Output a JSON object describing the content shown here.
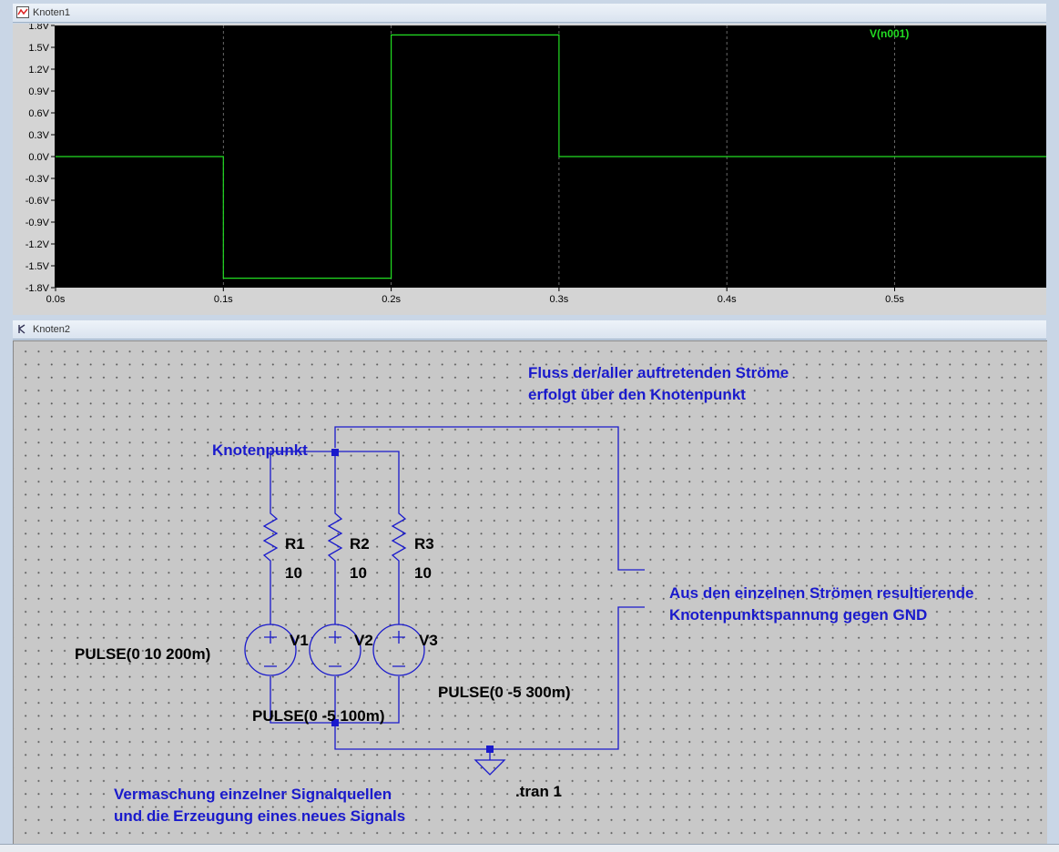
{
  "plot_window": {
    "title": "Knoten1"
  },
  "schematic_window": {
    "title": "Knoten2"
  },
  "chart_data": {
    "type": "line",
    "series": [
      {
        "name": "V(n001)",
        "color": "#22dd22",
        "x": [
          0.0,
          0.1,
          0.1,
          0.2,
          0.2,
          0.3,
          0.3,
          0.6
        ],
        "y": [
          0.0,
          0.0,
          -1.67,
          -1.67,
          1.67,
          1.67,
          0.0,
          0.0
        ]
      }
    ],
    "xlim": [
      0.0,
      0.6
    ],
    "ylim": [
      -1.8,
      1.8
    ],
    "y_ticks": [
      "1.8V",
      "1.5V",
      "1.2V",
      "0.9V",
      "0.6V",
      "0.3V",
      "0.0V",
      "-0.3V",
      "-0.6V",
      "-0.9V",
      "-1.2V",
      "-1.5V",
      "-1.8V"
    ],
    "x_ticks": [
      "0.0s",
      "0.1s",
      "0.2s",
      "0.3s",
      "0.4s",
      "0.5s"
    ],
    "grid": true,
    "background": "#000000",
    "legend": "top-right"
  },
  "schematic": {
    "annotation_flow_1": "Fluss der/aller auftretenden Ströme",
    "annotation_flow_2": "erfolgt über den Knotenpunkt",
    "label_node": "Knotenpunkt",
    "r1_name": "R1",
    "r1_value": "10",
    "r2_name": "R2",
    "r2_value": "10",
    "r3_name": "R3",
    "r3_value": "10",
    "v1_name": "V1",
    "v1_value": "PULSE(0 10 200m)",
    "v2_name": "V2",
    "v2_value": "PULSE(0 -5 100m)",
    "v3_name": "V3",
    "v3_value": "PULSE(0 -5 300m)",
    "annotation_voltage_1": "Aus den einzelnen Strömen resultierende",
    "annotation_voltage_2": "Knotenpunktspannung gegen GND",
    "directive": ".tran 1",
    "annotation_mesh_1": "Vermaschung einzelner Signalquellen",
    "annotation_mesh_2": "und die Erzeugung eines neues Signals",
    "wire_color": "#1a1acc",
    "text_color": "#1a1acc"
  }
}
